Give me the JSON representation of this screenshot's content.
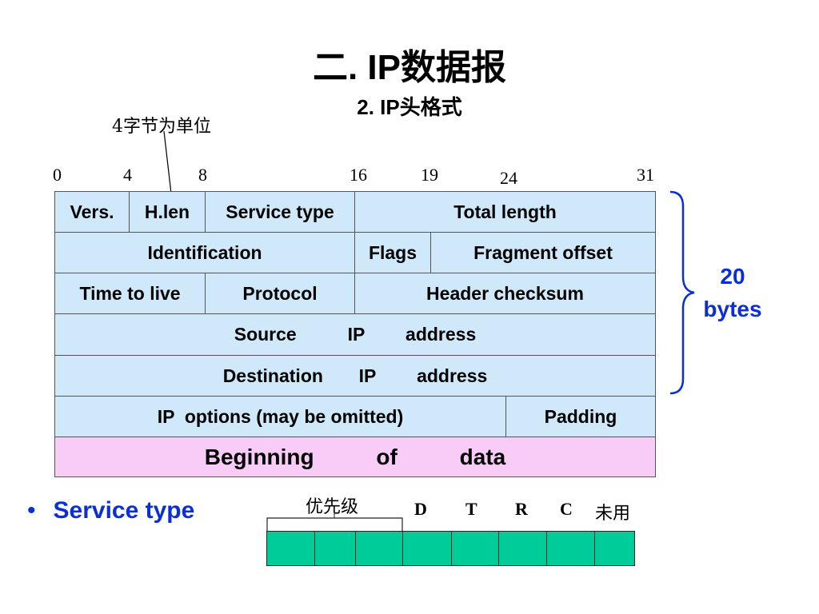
{
  "title": "二. IP数据报",
  "subtitle": "2. IP头格式",
  "annotation": "4字节为单位",
  "bit_positions": [
    "0",
    "4",
    "8",
    "16",
    "19",
    "24",
    "31"
  ],
  "header": {
    "rows": [
      [
        "Vers.",
        "H.len",
        "Service type",
        "Total length"
      ],
      [
        "Identification",
        "Flags",
        "Fragment offset"
      ],
      [
        "Time to live",
        "Protocol",
        "Header checksum"
      ],
      [
        "Source          IP        address"
      ],
      [
        "Destination       IP        address"
      ],
      [
        "IP  options (may be omitted)",
        "Padding"
      ],
      [
        "Beginning          of          data"
      ]
    ]
  },
  "brace_label": {
    "line1": "20",
    "line2": "bytes"
  },
  "bullet": {
    "marker": "•",
    "text": "Service type"
  },
  "tos": {
    "priority_label": "优先级",
    "labels": [
      "D",
      "T",
      "R",
      "C",
      "未用"
    ],
    "bit_count": 8
  },
  "colors": {
    "header_fill": "#cfe9fb",
    "data_fill": "#f9ccf7",
    "accent_blue": "#0a2fd6",
    "tos_fill": "#00cc99"
  }
}
